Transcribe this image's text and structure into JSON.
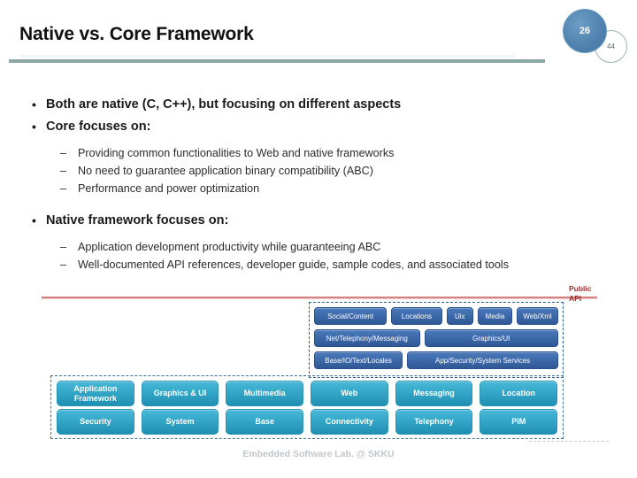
{
  "slide": {
    "title": "Native vs. Core Framework",
    "footer": "Embedded Software Lab. @ SKKU",
    "rule_color": "#8ba8a4"
  },
  "badge": {
    "page_number": "26",
    "total_pages": "44",
    "main_color": "#4e80ae",
    "small_text_color": "#5d6a69"
  },
  "content": {
    "bullets": [
      {
        "level": 1,
        "marker": "•",
        "text": "Both are native (C, C++), but focusing on different aspects"
      },
      {
        "level": 1,
        "marker": "•",
        "text": "Core focuses on:"
      },
      {
        "level": 2,
        "marker": "–",
        "text": "Providing common functionalities to Web and native frameworks"
      },
      {
        "level": 2,
        "marker": "–",
        "text": "No need to guarantee application binary compatibility (ABC)"
      },
      {
        "level": 2,
        "marker": "–",
        "text": "Performance and power optimization"
      },
      {
        "level": 1,
        "marker": "•",
        "text": "Native framework focuses on:"
      },
      {
        "level": 2,
        "marker": "–",
        "text": "Application development productivity while guaranteeing ABC"
      },
      {
        "level": 2,
        "marker": "–",
        "text": "Well-documented API references, developer guide, sample codes, and associated tools"
      }
    ]
  },
  "diagram": {
    "public_api_label_line1": "Public",
    "public_api_label_line2": "API",
    "public_api_color": "#9e2f28",
    "red_line_color": "#d4827f",
    "core_box": {
      "border_color": "#2a5b9c",
      "cell_color": "#3e6bab",
      "rows": [
        [
          {
            "label": "Social/Content",
            "flex": 2.05
          },
          {
            "label": "Locations",
            "flex": 1.42
          },
          {
            "label": "Uix",
            "flex": 0.72
          },
          {
            "label": "Media",
            "flex": 0.95
          },
          {
            "label": "Web/Xml",
            "flex": 1.15
          }
        ],
        [
          {
            "label": "Net/Telephony/Messaging",
            "flex": 1.22
          },
          {
            "label": "Graphics/UI",
            "flex": 1.55
          }
        ],
        [
          {
            "label": "Base/IO/Text/Locales",
            "flex": 1.0
          },
          {
            "label": "App/Security/System Services",
            "flex": 1.72
          }
        ]
      ]
    },
    "native_box": {
      "border_color": "#3c6f93",
      "cell_color": "#33a6c7",
      "rows": [
        [
          {
            "label": "Application\nFramework"
          },
          {
            "label": "Graphics & UI"
          },
          {
            "label": "Multimedia"
          },
          {
            "label": "Web"
          },
          {
            "label": "Messaging"
          },
          {
            "label": "Location"
          }
        ],
        [
          {
            "label": "Security"
          },
          {
            "label": "System"
          },
          {
            "label": "Base"
          },
          {
            "label": "Connectivity"
          },
          {
            "label": "Telephony"
          },
          {
            "label": "PIM"
          }
        ]
      ]
    }
  }
}
